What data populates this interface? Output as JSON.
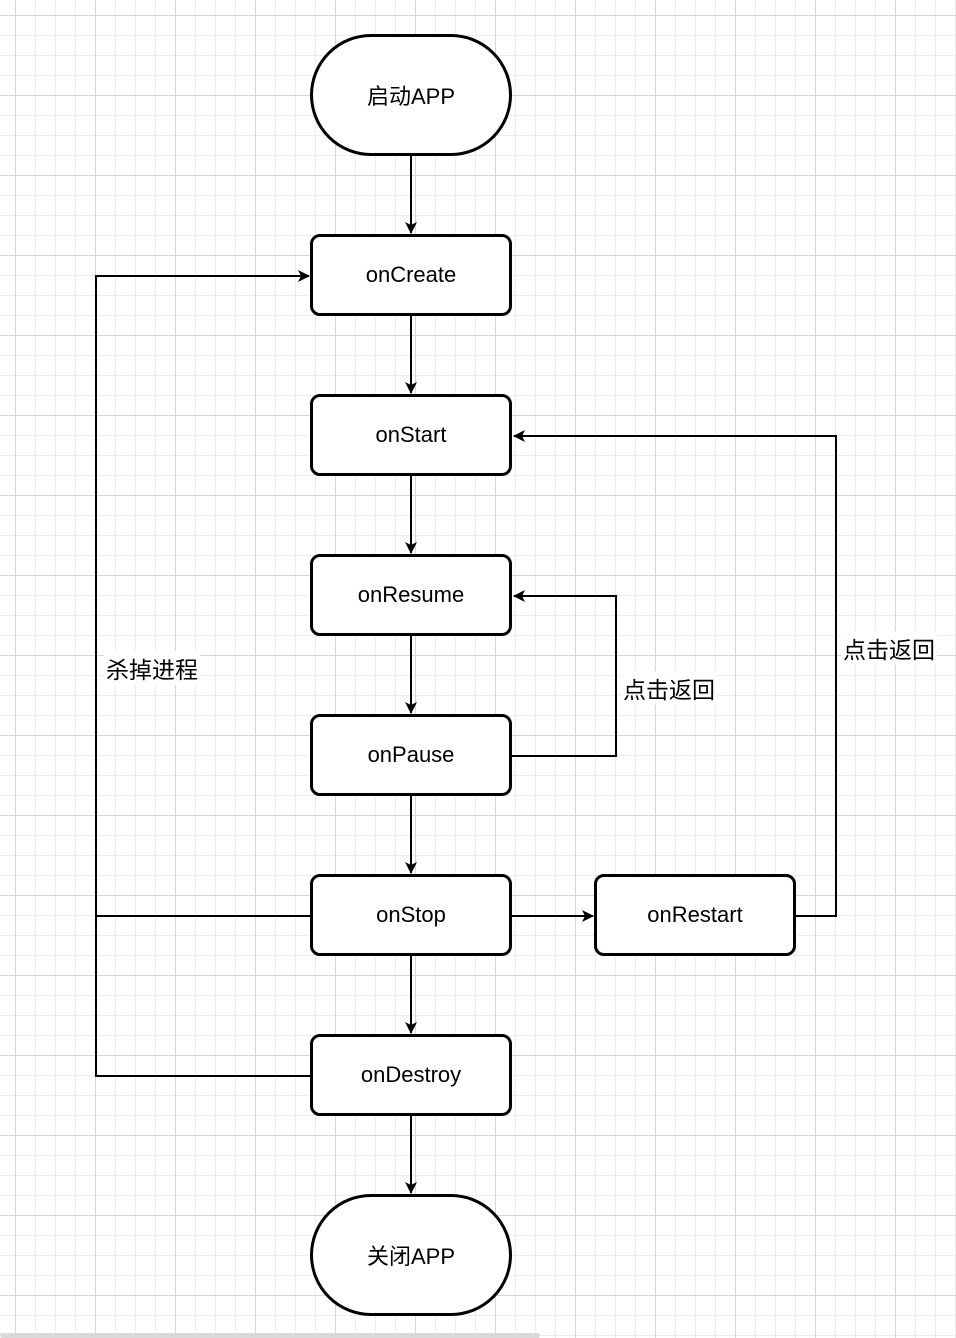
{
  "diagram": {
    "nodes": {
      "start": "启动APP",
      "on_create": "onCreate",
      "on_start": "onStart",
      "on_resume": "onResume",
      "on_pause": "onPause",
      "on_stop": "onStop",
      "on_restart": "onRestart",
      "on_destroy": "onDestroy",
      "end": "关闭APP"
    },
    "edge_labels": {
      "kill_process": "杀掉进程",
      "click_back_pause": "点击返回",
      "click_back_restart": "点击返回"
    },
    "edges": [
      {
        "from": "start",
        "to": "on_create"
      },
      {
        "from": "on_create",
        "to": "on_start"
      },
      {
        "from": "on_start",
        "to": "on_resume"
      },
      {
        "from": "on_resume",
        "to": "on_pause"
      },
      {
        "from": "on_pause",
        "to": "on_stop"
      },
      {
        "from": "on_stop",
        "to": "on_destroy"
      },
      {
        "from": "on_destroy",
        "to": "end"
      },
      {
        "from": "on_stop",
        "to": "on_restart"
      },
      {
        "from": "on_pause",
        "to": "on_resume",
        "label": "click_back_pause"
      },
      {
        "from": "on_restart",
        "to": "on_start",
        "label": "click_back_restart"
      },
      {
        "from": "on_stop",
        "to": "on_create",
        "label": "kill_process"
      },
      {
        "from": "on_destroy",
        "to": "on_create",
        "label": "kill_process"
      }
    ]
  }
}
